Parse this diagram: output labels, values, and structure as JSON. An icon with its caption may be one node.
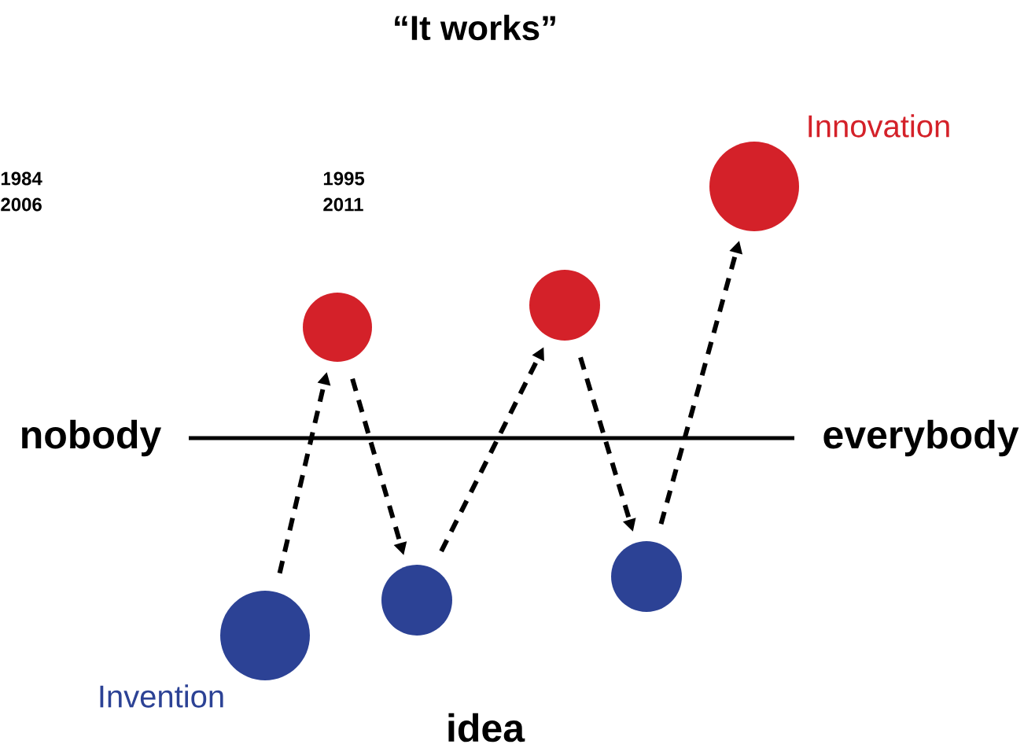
{
  "diagram": {
    "title": "“It works”",
    "nodes": [
      {
        "text": [],
        "shape": "circle",
        "beside": [
          "Invention"
        ]
      },
      {
        "text": [],
        "shape": "circle"
      },
      {
        "text": [],
        "shape": "circle"
      },
      {
        "text": [],
        "shape": "circle"
      },
      {
        "text": [],
        "shape": "circle"
      },
      {
        "text": [],
        "shape": "circle",
        "beside": [
          "Innovation"
        ]
      }
    ],
    "edges": [
      {
        "from": 0,
        "to": 1,
        "arrow": "to",
        "style": "dashed"
      },
      {
        "from": 1,
        "to": 2,
        "arrow": "to",
        "style": "dashed"
      },
      {
        "from": 2,
        "to": 3,
        "arrow": "to",
        "style": "dashed"
      },
      {
        "from": 3,
        "to": 4,
        "arrow": "to",
        "style": "dashed"
      },
      {
        "from": 4,
        "to": 5,
        "arrow": "to",
        "style": "dashed"
      }
    ],
    "labels": [
      "1984",
      "2006",
      "1995",
      "2011",
      "nobody",
      "everybody",
      "idea"
    ]
  }
}
